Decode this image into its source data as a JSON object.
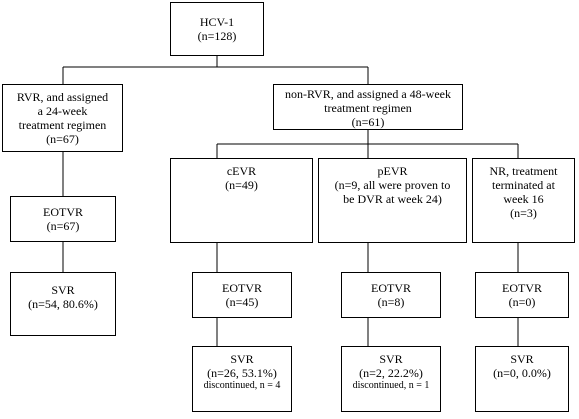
{
  "root": {
    "line1": "HCV-1",
    "line2": "(n=128)"
  },
  "rvr": {
    "line1": "RVR, and assigned",
    "line2": "a 24-week",
    "line3": "treatment regimen",
    "line4": "(n=67)"
  },
  "nonrvr": {
    "line1": "non-RVR, and assigned a 48-week",
    "line2": "treatment regimen",
    "line3": "(n=61)"
  },
  "cevr": {
    "line1": "cEVR",
    "line2": "(n=49)"
  },
  "pevr": {
    "line1": "pEVR",
    "line2": "(n=9, all were proven to",
    "line3": "be DVR at week 24)"
  },
  "nr": {
    "line1": "NR, treatment",
    "line2": "terminated at",
    "line3": "week 16",
    "line4": "(n=3)"
  },
  "eotvr_rvr": {
    "line1": "EOTVR",
    "line2": "(n=67)"
  },
  "eotvr_cevr": {
    "line1": "EOTVR",
    "line2": "(n=45)"
  },
  "eotvr_pevr": {
    "line1": "EOTVR",
    "line2": "(n=8)"
  },
  "eotvr_nr": {
    "line1": "EOTVR",
    "line2": "(n=0)"
  },
  "svr_rvr": {
    "line1": "SVR",
    "line2": "(n=54, 80.6%)"
  },
  "svr_cevr": {
    "line1": "SVR",
    "line2": "(n=26, 53.1%)",
    "note": "discontinued, n = 4"
  },
  "svr_pevr": {
    "line1": "SVR",
    "line2": "(n=2, 22.2%)",
    "note": "discontinued, n = 1"
  },
  "svr_nr": {
    "line1": "SVR",
    "line2": "(n=0, 0.0%)"
  }
}
